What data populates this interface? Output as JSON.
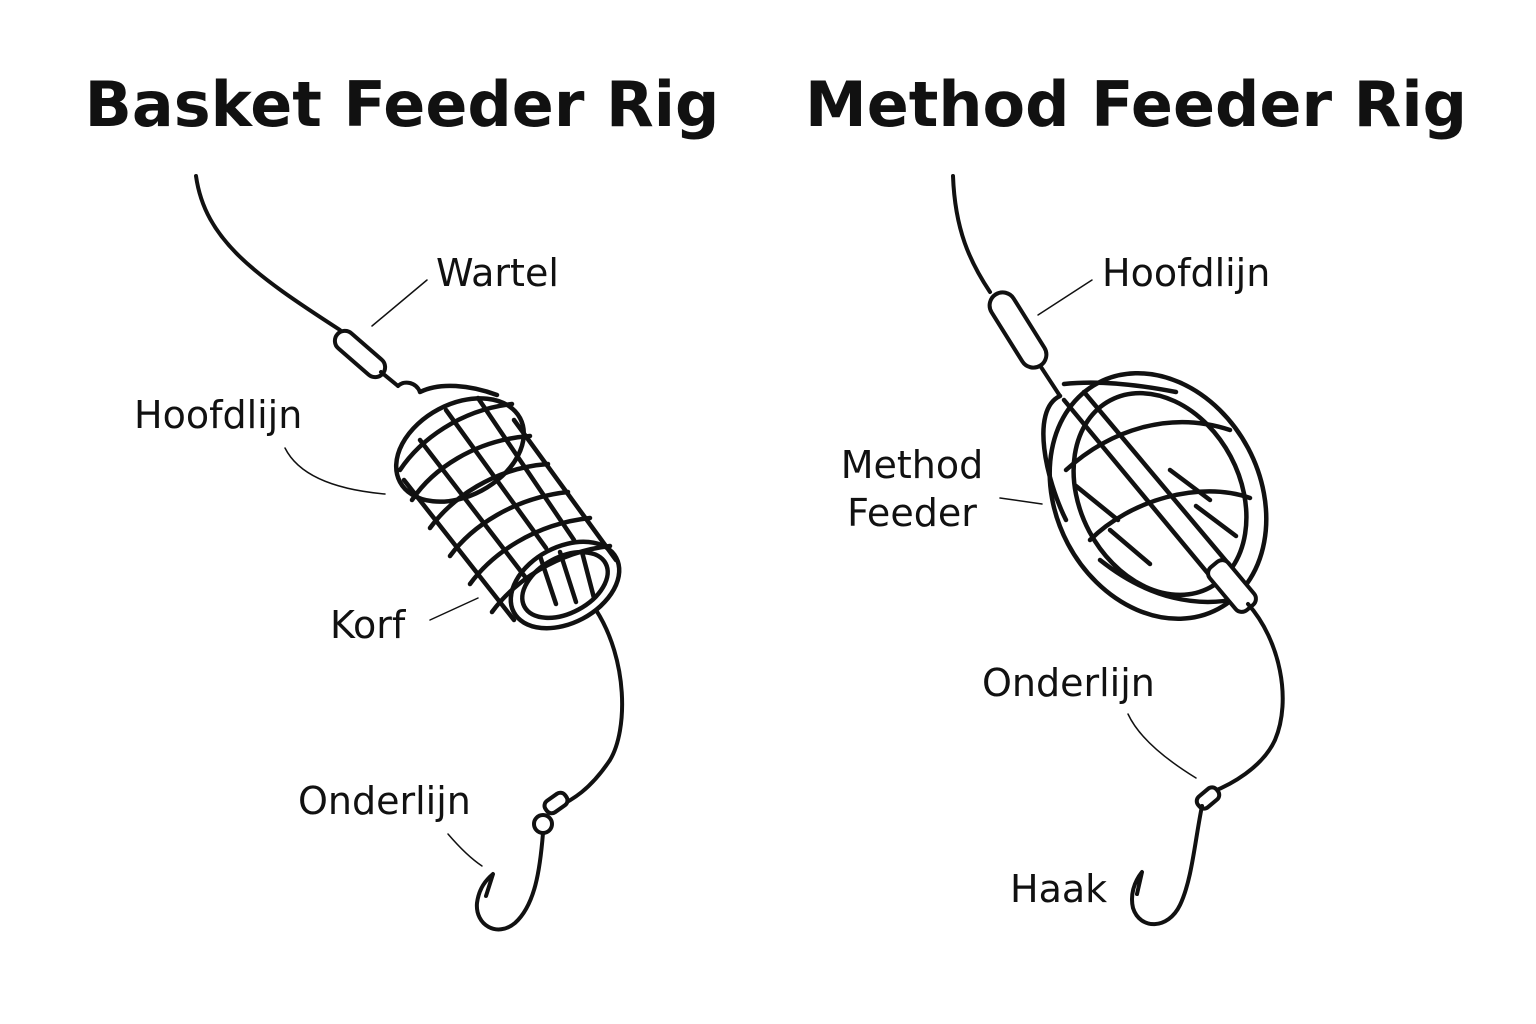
{
  "basket": {
    "title": "Basket Feeder Rig",
    "labels": {
      "wartel": "Wartel",
      "hoofdlijn": "Hoofdlijn",
      "korf": "Korf",
      "onderlijn": "Onderlijn"
    }
  },
  "method": {
    "title": "Method Feeder Rig",
    "labels": {
      "hoofdlijn": "Hoofdlijn",
      "method_line1": "Method",
      "method_line2": "Feeder",
      "onderlijn": "Onderlijn",
      "haak": "Haak"
    }
  }
}
